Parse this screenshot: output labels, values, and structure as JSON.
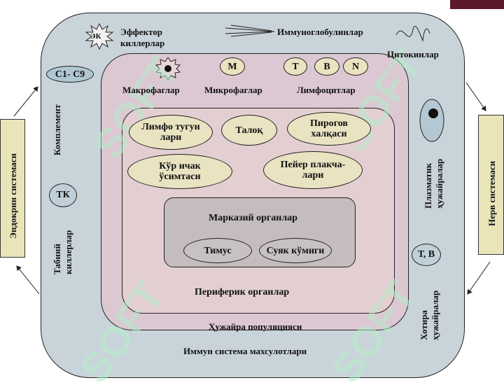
{
  "labels": {
    "ek": "ЭК",
    "effector": "Эффектор\nкиллерлар",
    "immunoglobulins": "Иммуноглобулинлар",
    "cytokines": "Цитокинлар",
    "complement_oval": "С1- С9",
    "complement": "Комплемент",
    "tk": "ТК",
    "natural_killers": "Табиий\nкиллерлар",
    "m": "М",
    "t": "Т",
    "b": "В",
    "n": "N",
    "macrophages": "Макрофаглар",
    "microphages": "Микрофаглар",
    "lymphocytes": "Лимфоцитлар",
    "lymph_nodes": "Лимфо тугун\nлари",
    "spleen": "Талоқ",
    "pirogov": "Пирогов\nхалқаси",
    "appendix": "Кўр ичак\nўсимтаси",
    "peyer": "Пейер плакча-\nлари",
    "central_organs": "Марказий органлар",
    "thymus": "Тимус",
    "bone_marrow": "Суяк кўмиги",
    "peripheral_organs": "Периферик органлар",
    "cell_population": "Ҳужайра популяцияси",
    "immune_products": "Иммун система махсулотлари",
    "plasma_cells": "Плазматик\nҳужайралар",
    "tb": "Т, В",
    "memory_cells": "Хотира\nҳужайралар",
    "endocrine": "Эндокрин системаси",
    "nervous": "Нерв системаси"
  },
  "watermark": "SOFT",
  "colors": {
    "outer": "#c9d4da",
    "cell": "#dcc8d3",
    "peripheral": "#e3cfd1",
    "central": "#c5bcbf",
    "oval": "#eae3c2",
    "sidebox": "#e9e5b9",
    "corner": "#5a1a2c"
  },
  "icons": [
    "star-cell-icon",
    "immunoglobulin-icon",
    "cytokine-icon",
    "plasma-cell-icon"
  ]
}
